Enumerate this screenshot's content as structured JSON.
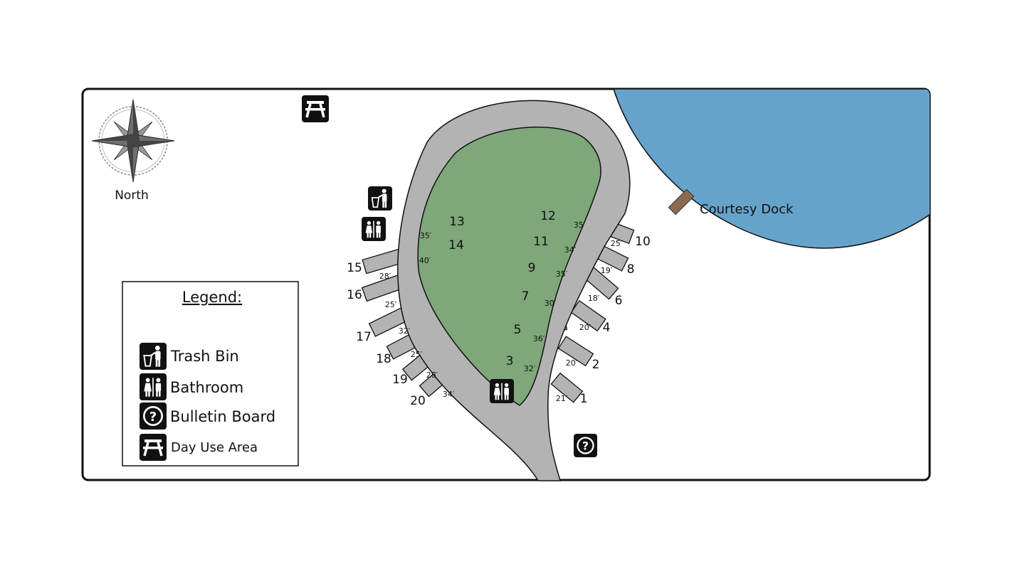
{
  "compass": {
    "label": "North"
  },
  "dock": {
    "label": "Courtesy Dock"
  },
  "legend": {
    "title": "Legend:",
    "items": [
      {
        "icon": "trash-bin-icon",
        "label": "Trash Bin"
      },
      {
        "icon": "bathroom-icon",
        "label": "Bathroom"
      },
      {
        "icon": "bulletin-board-icon",
        "label": "Bulletin Board"
      },
      {
        "icon": "day-use-area-icon",
        "label": "Day Use Area"
      }
    ]
  },
  "sites": [
    {
      "number": "1",
      "length": "21′"
    },
    {
      "number": "2",
      "length": "20′"
    },
    {
      "number": "3",
      "length": "32′"
    },
    {
      "number": "4",
      "length": "20′"
    },
    {
      "number": "5",
      "length": "36′"
    },
    {
      "number": "6",
      "length": "18′"
    },
    {
      "number": "7",
      "length": "30′"
    },
    {
      "number": "8",
      "length": "19′"
    },
    {
      "number": "9",
      "length": "35′"
    },
    {
      "number": "10",
      "length": "25′"
    },
    {
      "number": "11",
      "length": "34′"
    },
    {
      "number": "12",
      "length": "35′"
    },
    {
      "number": "13",
      "length": "35′"
    },
    {
      "number": "14",
      "length": "40′"
    },
    {
      "number": "15",
      "length": "28′"
    },
    {
      "number": "16",
      "length": "25′"
    },
    {
      "number": "17",
      "length": "32′"
    },
    {
      "number": "18",
      "length": "25′"
    },
    {
      "number": "19",
      "length": "28′"
    },
    {
      "number": "20",
      "length": "34′"
    }
  ],
  "colors": {
    "water": "#66a3cb",
    "grass": "#7ea77a",
    "road": "#b3b3b3",
    "dock": "#8b6a52",
    "icon": "#111111"
  }
}
